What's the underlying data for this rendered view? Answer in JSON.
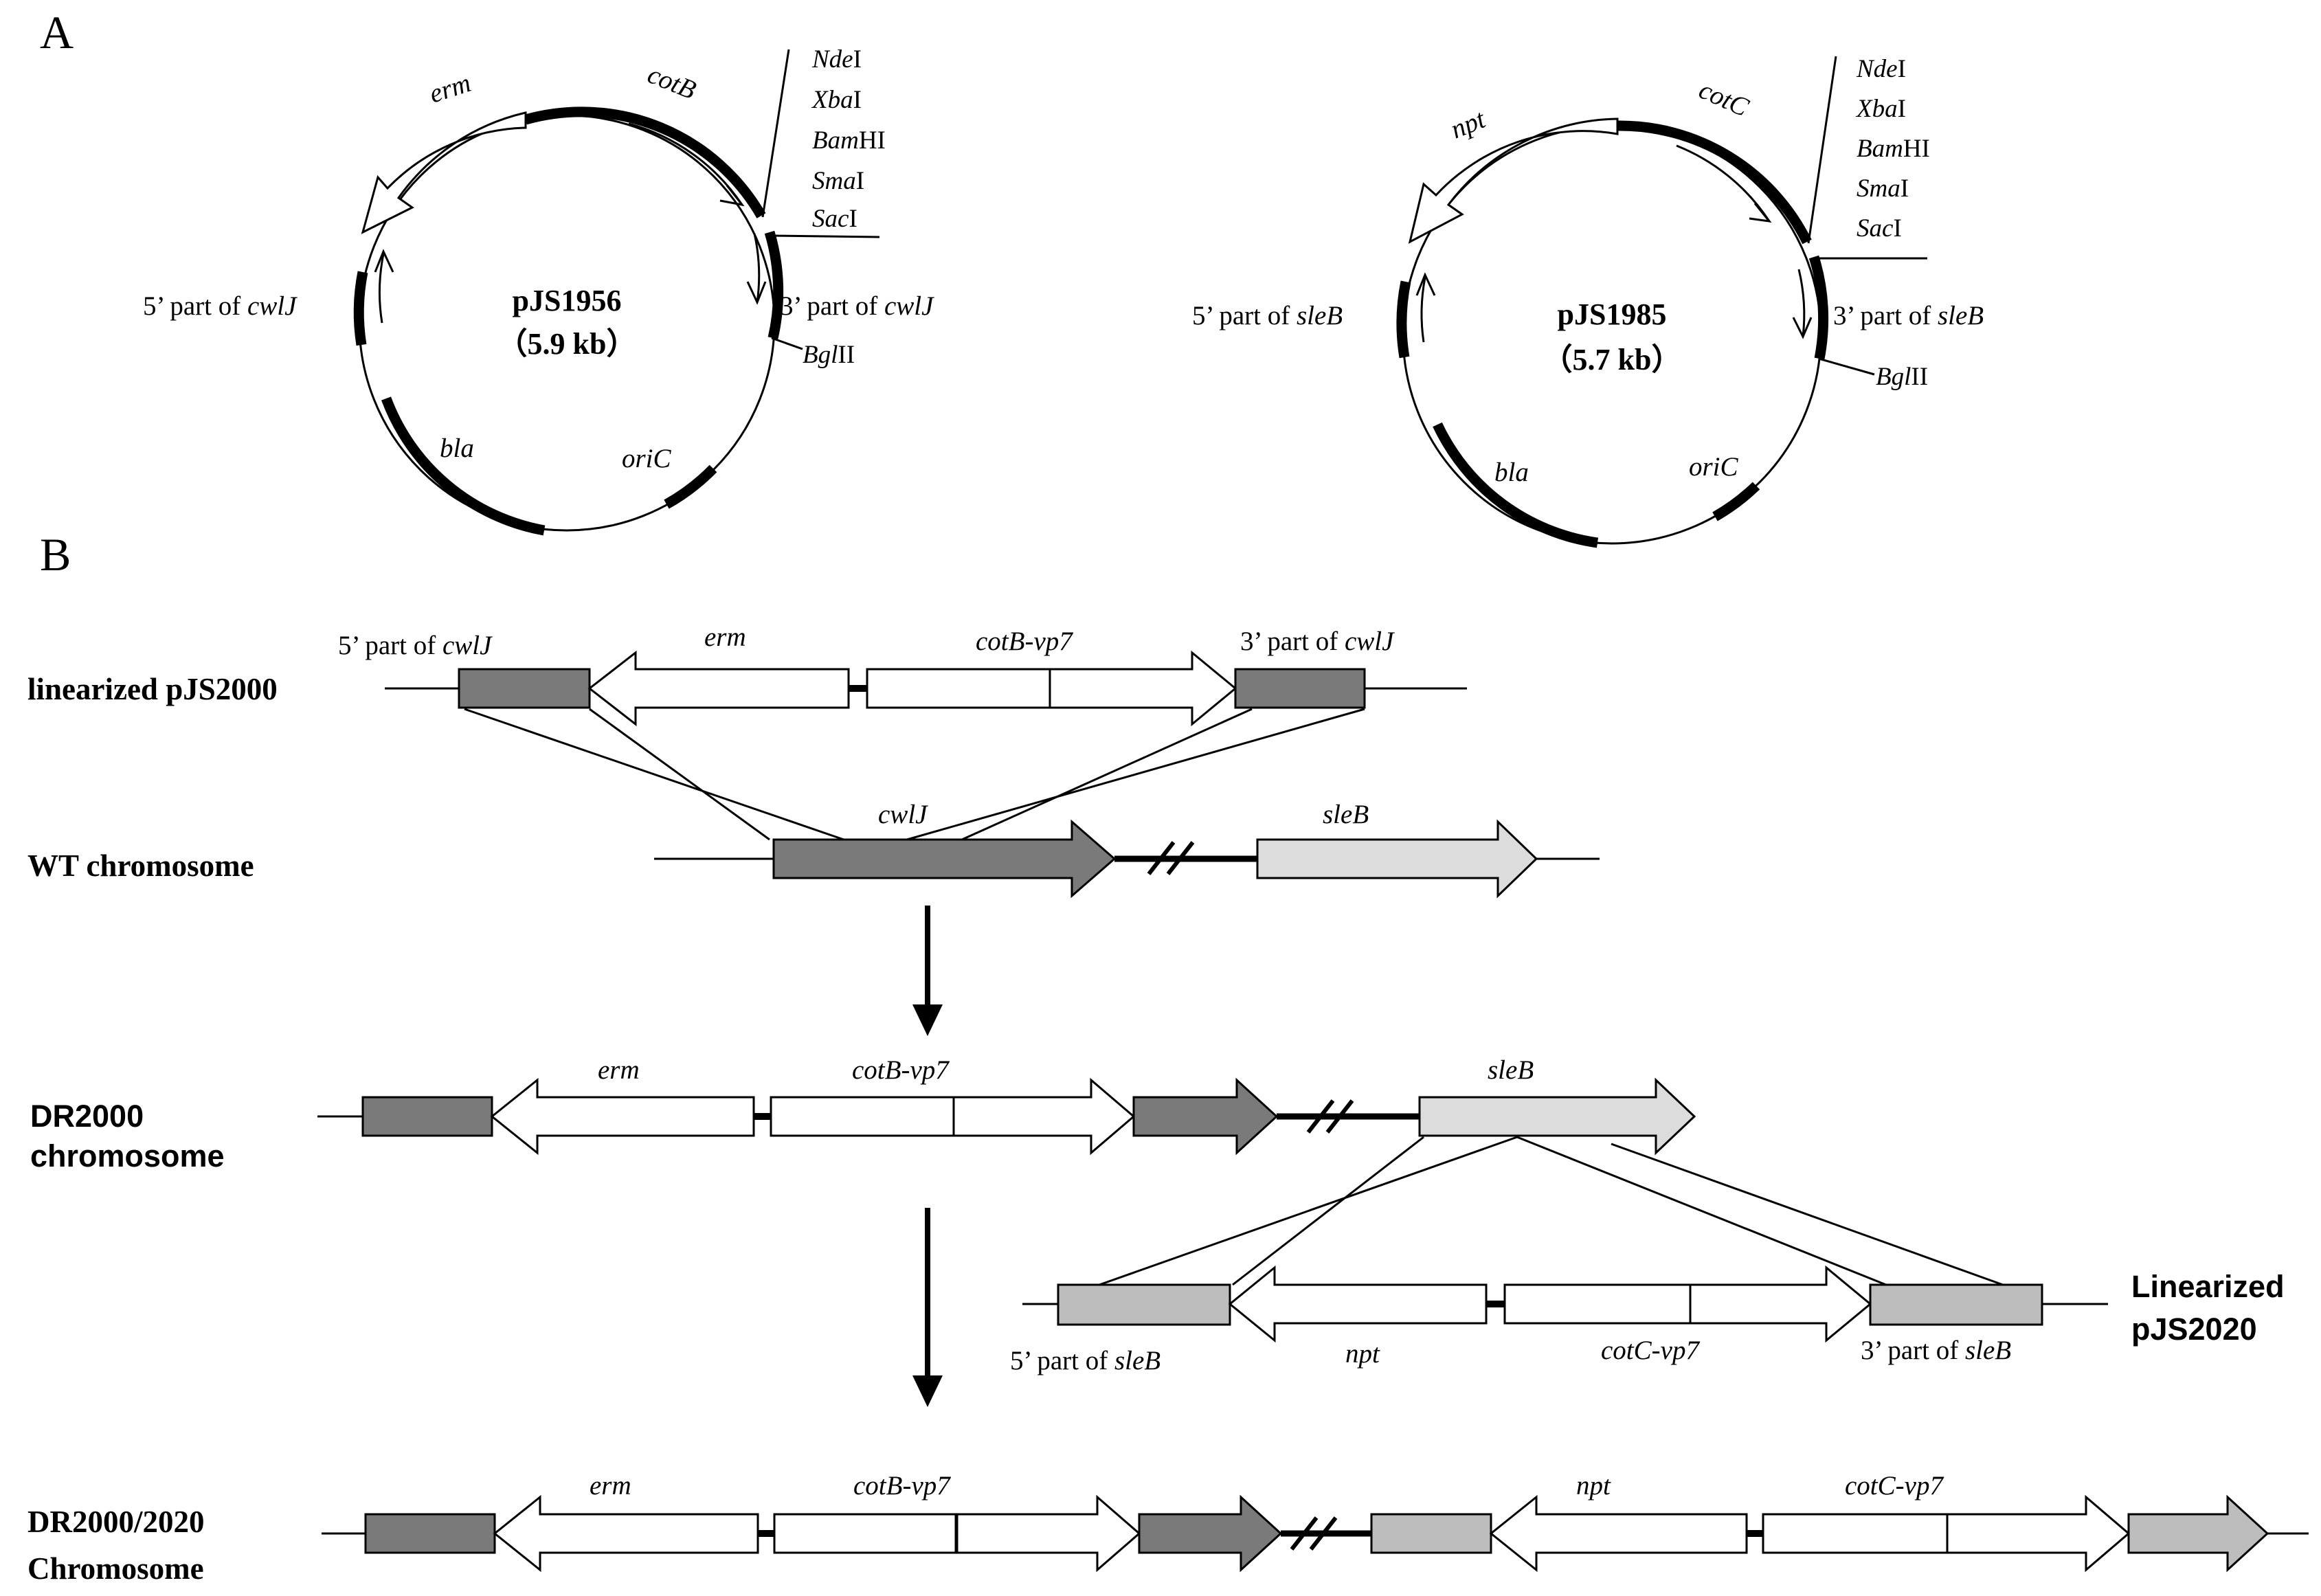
{
  "panels": {
    "a": "A",
    "b": "B"
  },
  "plasmid1": {
    "name": "pJS1956",
    "size": "（5.9 kb）",
    "genes": {
      "erm": "erm",
      "cotB": "cotB",
      "bla": "bla",
      "oriC": "oriC"
    },
    "sites": [
      {
        "italic": "Nde",
        "roman": "I"
      },
      {
        "italic": "Xba",
        "roman": "I"
      },
      {
        "italic": "Bam",
        "roman": "HI"
      },
      {
        "italic": "Sma",
        "roman": "I"
      },
      {
        "italic": "Sac",
        "roman": "I"
      }
    ],
    "five_prime": {
      "prefix": "5’ part of ",
      "gene": "cwlJ"
    },
    "three_prime": {
      "prefix": "3’ part of ",
      "gene": "cwlJ"
    },
    "bgl": {
      "italic": "Bgl",
      "roman": "II"
    }
  },
  "plasmid2": {
    "name": "pJS1985",
    "size": "（5.7 kb）",
    "genes": {
      "npt": "npt",
      "cotC": "cotC",
      "bla": "bla",
      "oriC": "oriC"
    },
    "sites": [
      {
        "italic": "Nde",
        "roman": "I"
      },
      {
        "italic": "Xba",
        "roman": "I"
      },
      {
        "italic": "Bam",
        "roman": "HI"
      },
      {
        "italic": "Sma",
        "roman": "I"
      },
      {
        "italic": "Sac",
        "roman": "I"
      }
    ],
    "five_prime": {
      "prefix": "5’ part of ",
      "gene": "sleB"
    },
    "three_prime": {
      "prefix": "3’ part of ",
      "gene": "sleB"
    },
    "bgl": {
      "italic": "Bgl",
      "roman": "II"
    }
  },
  "rows": {
    "linearized_pjs2000": {
      "label": "linearized pJS2000",
      "five_prime": {
        "prefix": "5’ part of ",
        "gene": "cwlJ"
      },
      "three_prime": {
        "prefix": "3’ part of ",
        "gene": "cwlJ"
      },
      "erm": "erm",
      "cotb_vp7": "cotB-vp7"
    },
    "wt": {
      "label": "WT chromosome",
      "cwlj": "cwlJ",
      "sleb": "sleB"
    },
    "dr2000": {
      "label_line1": "DR2000",
      "label_line2": "chromosome",
      "erm": "erm",
      "cotb_vp7": "cotB-vp7",
      "sleb": "sleB"
    },
    "linearized_pjs2020": {
      "label_line1": "Linearized",
      "label_line2": "pJS2020",
      "five_prime": {
        "prefix": "5’ part of ",
        "gene": "sleB"
      },
      "three_prime": {
        "prefix": "3’ part of ",
        "gene": "sleB"
      },
      "npt": "npt",
      "cotc_vp7": "cotC-vp7"
    },
    "dr2000_2020": {
      "label_line1": "DR2000/2020",
      "label_line2": "Chromosome",
      "erm": "erm",
      "cotb_vp7": "cotB-vp7",
      "npt": "npt",
      "cotc_vp7": "cotC-vp7"
    }
  },
  "colors": {
    "dark_gray": "#7a7a7a",
    "mid_gray": "#bdbdbd",
    "light_gray": "#dcdcdc",
    "line": "#000000"
  }
}
